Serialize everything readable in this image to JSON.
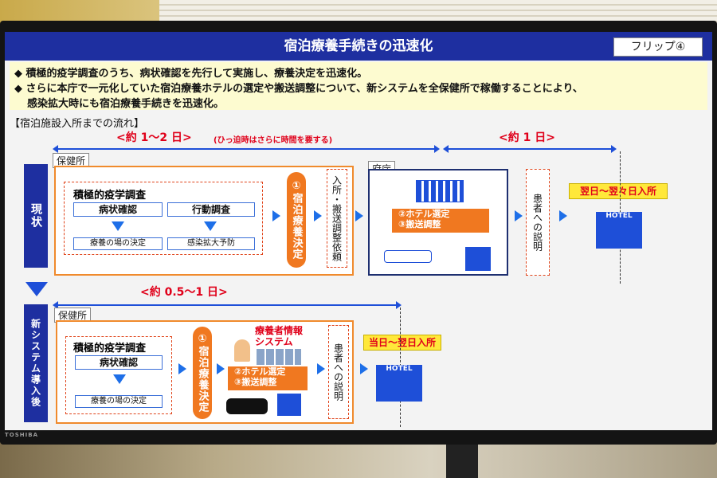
{
  "screen": {
    "title": "宿泊療養手続きの迅速化",
    "flip_label": "フリップ④",
    "bullets": [
      "◆ 積極的疫学調査のうち、病状確認を先行して実施し、療養決定を迅速化。",
      "◆ さらに本庁で一元化していた宿泊療養ホテルの選定や搬送調整について、新システムを全保健所で稼働することにより、",
      "感染拡大時にも宿泊療養手続きを迅速化。"
    ],
    "flow_label": "【宿泊施設入所までの流れ】",
    "colors": {
      "header_blue": "#1e2fa0",
      "orange": "#f07820",
      "highlight_yellow": "#ffe83a",
      "alert_red": "#e0001a"
    }
  },
  "current": {
    "side_label": "現状",
    "span1_label": "<約 1～2 日>",
    "span1_note": "(ひっ迫時はさらに時間を要する)",
    "span2_label": "<約 1 日>",
    "hoken_label": "保健所",
    "survey_title": "積極的疫学調査",
    "step_a": "病状確認",
    "step_b": "行動調査",
    "result_a": "療養の場の決定",
    "result_b": "感染拡大予防",
    "decision": "①宿泊療養決定",
    "request": "入所・搬送調整依頼",
    "pref_label": "府庁",
    "pref_steps": "②ホテル選定\n③搬送調整",
    "explain": "患者への説明",
    "badge": "翌日～翌々日入所",
    "hotel_label": "HOTEL"
  },
  "new": {
    "side_label": "新システム導入後",
    "span_label": "<約 0.5～1 日>",
    "hoken_label": "保健所",
    "survey_title": "積極的疫学調査",
    "step_a": "病状確認",
    "result_a": "療養の場の決定",
    "decision": "①宿泊療養決定",
    "system_label": "療養者情報システム",
    "system_steps": "②ホテル選定\n③搬送調整",
    "explain": "患者への説明",
    "badge": "当日～翌日入所",
    "hotel_label": "HOTEL"
  },
  "device": {
    "brand": "TOSHIBA"
  },
  "icons": [
    "down-arrow-icon",
    "right-arrow-icon",
    "hotel-icon",
    "building-icon",
    "ambulance-icon",
    "taxi-icon",
    "operator-icon",
    "server-icon"
  ]
}
